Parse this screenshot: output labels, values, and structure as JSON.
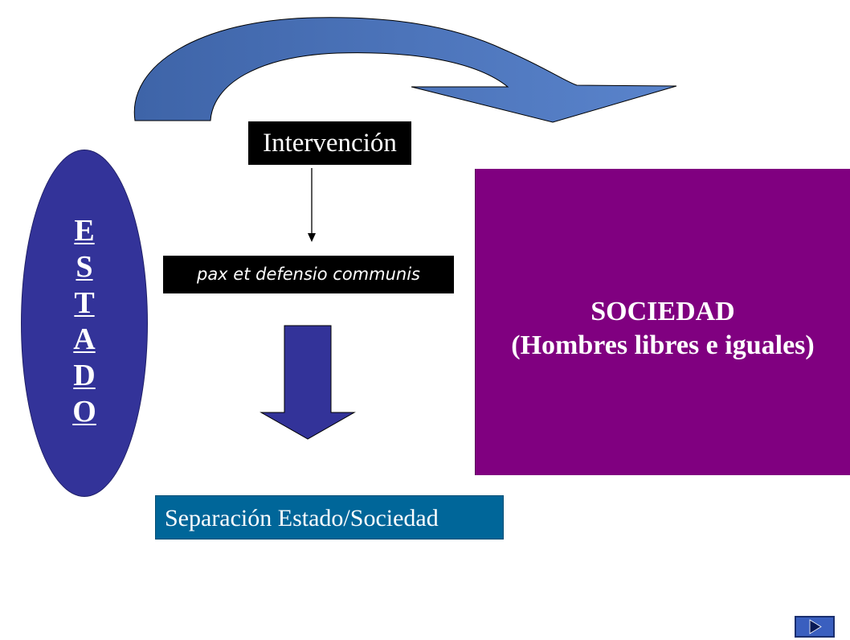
{
  "diagram": {
    "estado_letters": [
      "E",
      "S",
      "T",
      "A",
      "D",
      "O"
    ],
    "intervencion_label": "Intervención",
    "pax_label": "pax et defensio communis",
    "sociedad_title": "SOCIEDAD",
    "sociedad_subtitle": "(Hombres libres e iguales)",
    "separacion_label": "Separación Estado/Sociedad"
  },
  "navigation": {
    "next_button_icon": "next-slide-icon"
  },
  "colors": {
    "estado": "#333399",
    "sociedad": "#800080",
    "separacion": "#006699",
    "curved_arrow": "#4A70B8",
    "down_arrow": "#333399",
    "label_boxes": "#000000"
  }
}
